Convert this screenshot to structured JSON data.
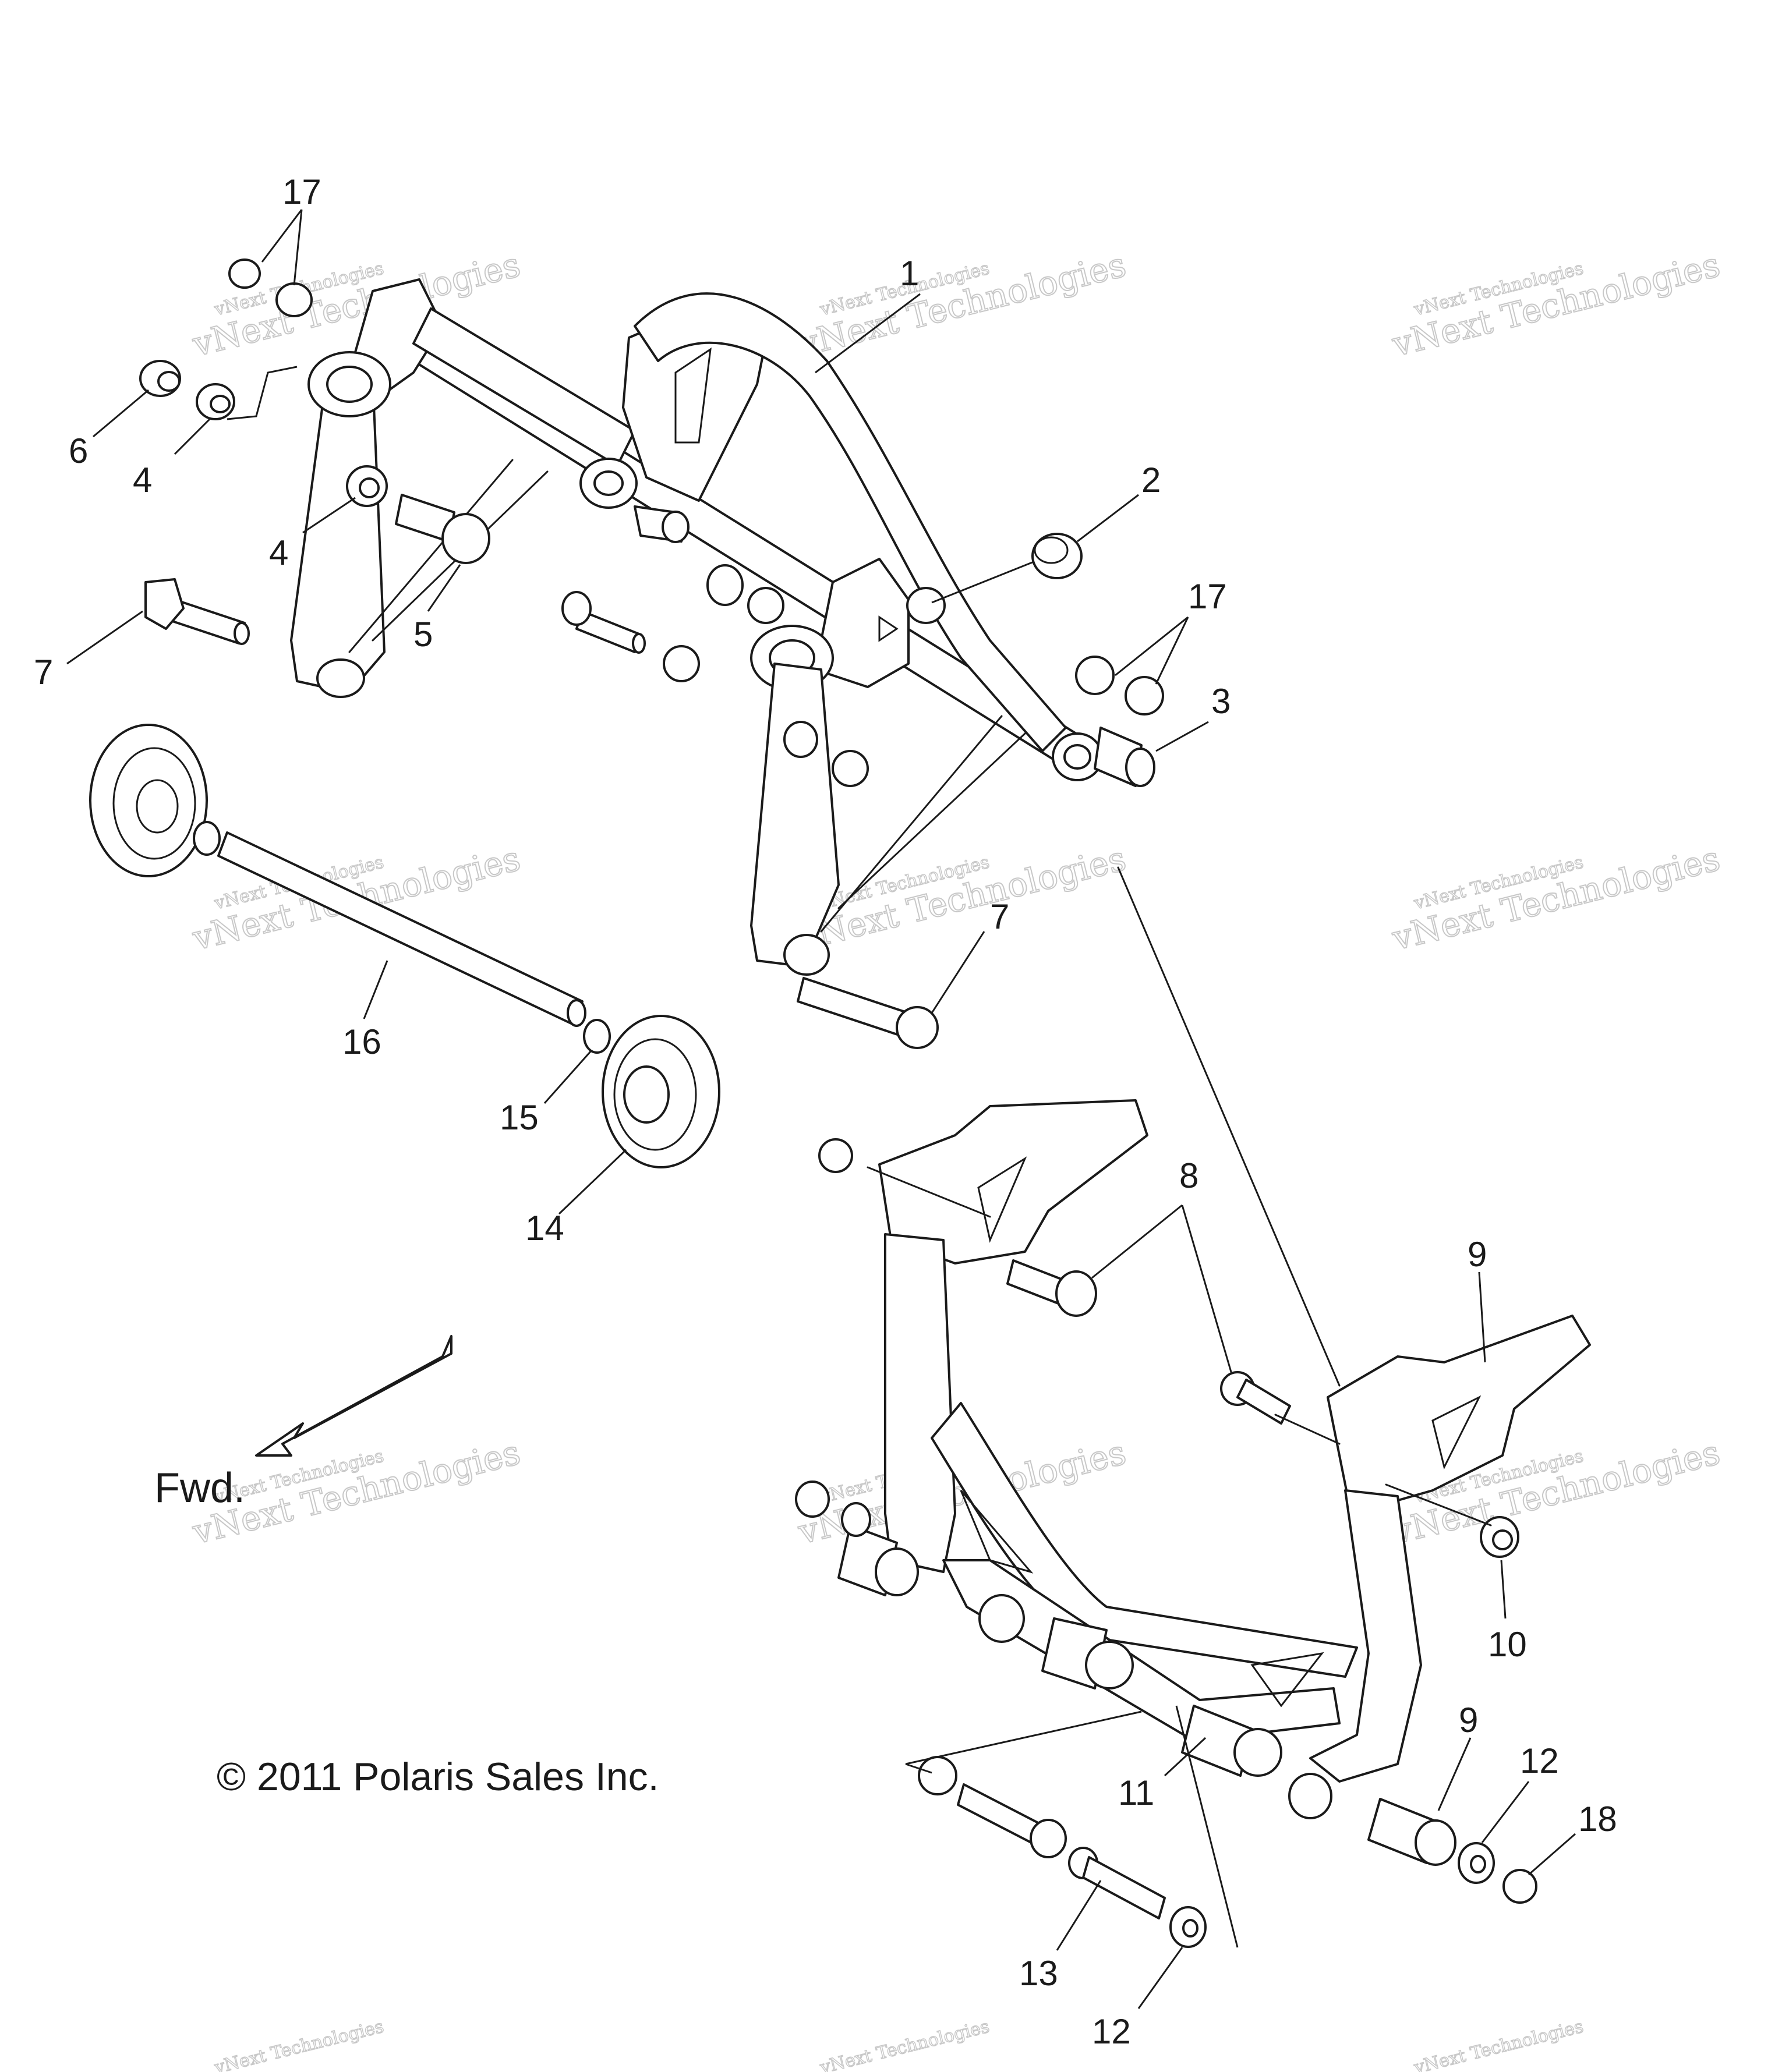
{
  "callouts": [
    {
      "id": "17a",
      "label": "17"
    },
    {
      "id": "1",
      "label": "1"
    },
    {
      "id": "6",
      "label": "6"
    },
    {
      "id": "4a",
      "label": "4"
    },
    {
      "id": "4b",
      "label": "4"
    },
    {
      "id": "2",
      "label": "2"
    },
    {
      "id": "5",
      "label": "5"
    },
    {
      "id": "7a",
      "label": "7"
    },
    {
      "id": "17b",
      "label": "17"
    },
    {
      "id": "3",
      "label": "3"
    },
    {
      "id": "7b",
      "label": "7"
    },
    {
      "id": "16",
      "label": "16"
    },
    {
      "id": "15",
      "label": "15"
    },
    {
      "id": "14",
      "label": "14"
    },
    {
      "id": "8",
      "label": "8"
    },
    {
      "id": "9a",
      "label": "9"
    },
    {
      "id": "10",
      "label": "10"
    },
    {
      "id": "9b",
      "label": "9"
    },
    {
      "id": "12a",
      "label": "12"
    },
    {
      "id": "18",
      "label": "18"
    },
    {
      "id": "11",
      "label": "11"
    },
    {
      "id": "13",
      "label": "13"
    },
    {
      "id": "12b",
      "label": "12"
    }
  ],
  "direction_label": "Fwd.",
  "copyright": "© 2011 Polaris Sales Inc.",
  "watermark": {
    "line1": "vNext Technologies",
    "line2": "vNext Technologies"
  }
}
